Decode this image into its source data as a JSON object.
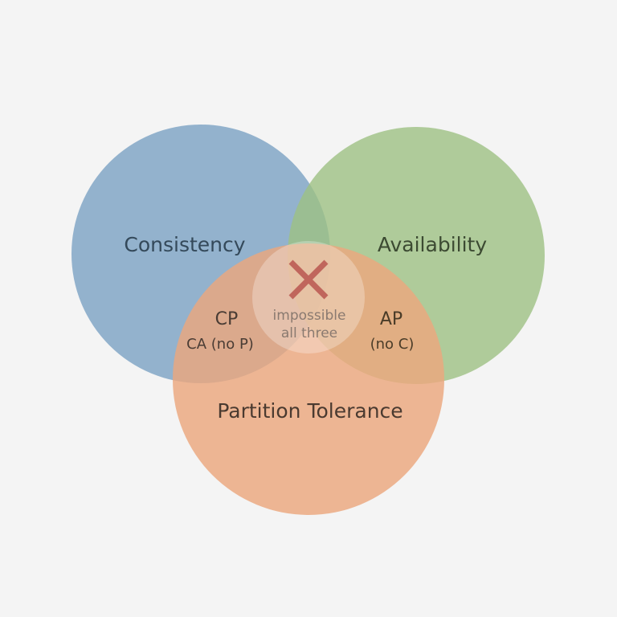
{
  "title": "CAP Theorem",
  "sets": [
    {
      "label": "Consistency",
      "color": "#7ea3c4"
    },
    {
      "label": "Availability",
      "color": "#9dc083"
    },
    {
      "label": "Partition Tolerance",
      "color": "#eca77e"
    }
  ],
  "regions": {
    "cp_label": "CP",
    "cp_sub": "CA (no P)",
    "ap_label": "AP",
    "ap_sub": "(no C)",
    "center_line1": "impossible",
    "center_line2": "all three"
  },
  "center_marker": {
    "icon": "x-icon",
    "color": "#c0665c"
  }
}
